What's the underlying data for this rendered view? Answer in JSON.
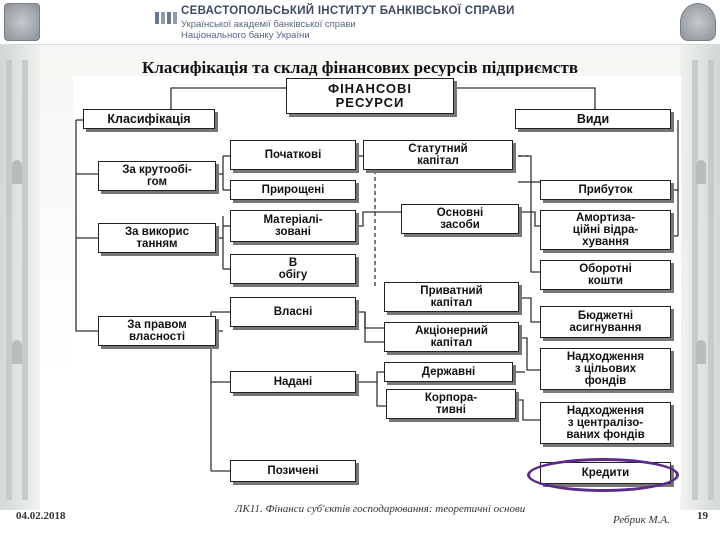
{
  "header": {
    "institution": "СЕВАСТОПОЛЬСЬКИЙ ІНСТИТУТ БАНКІВСЬКОЇ СПРАВИ",
    "subtitle_line1": "Української академії банківської справи",
    "subtitle_line2": "Національного банку України"
  },
  "slide": {
    "title": "Класифікація та склад фінансових ресурсів підприємств"
  },
  "diagram": {
    "root": "ФІНАНСОВІ\nРЕСУРСИ",
    "classification": "Класифікація",
    "kinds": "Види",
    "class_criteria": [
      "За крутообі-\nгом",
      "За викорис\nтанням",
      "За правом\nвласності"
    ],
    "middle": [
      "Початкові",
      "Прирощені",
      "Матеріалі-\nзовані",
      "В\nобігу",
      "Власні",
      "Надані",
      "Позичені"
    ],
    "sub": [
      "Статутний\nкапітал",
      "Основні\nзасоби",
      "Приватний\nкапітал",
      "Акціонерний\nкапітал",
      "Державні",
      "Корпора-\nтивні"
    ],
    "kinds_list": [
      "Прибуток",
      "Амортиза-\nційні відра-\nхування",
      "Оборотні\nкошти",
      "Бюджетні\nасигнування",
      "Надходження\nз цільових\nфондів",
      "Надходження\nз централізо-\nваних фондів",
      "Кредити"
    ]
  },
  "footer": {
    "date": "04.02.2018",
    "lecture": "ЛК11. Фінанси суб'єктів господарювання: теоретичні основи",
    "author": "Ребрик М.А.",
    "page": "19"
  }
}
